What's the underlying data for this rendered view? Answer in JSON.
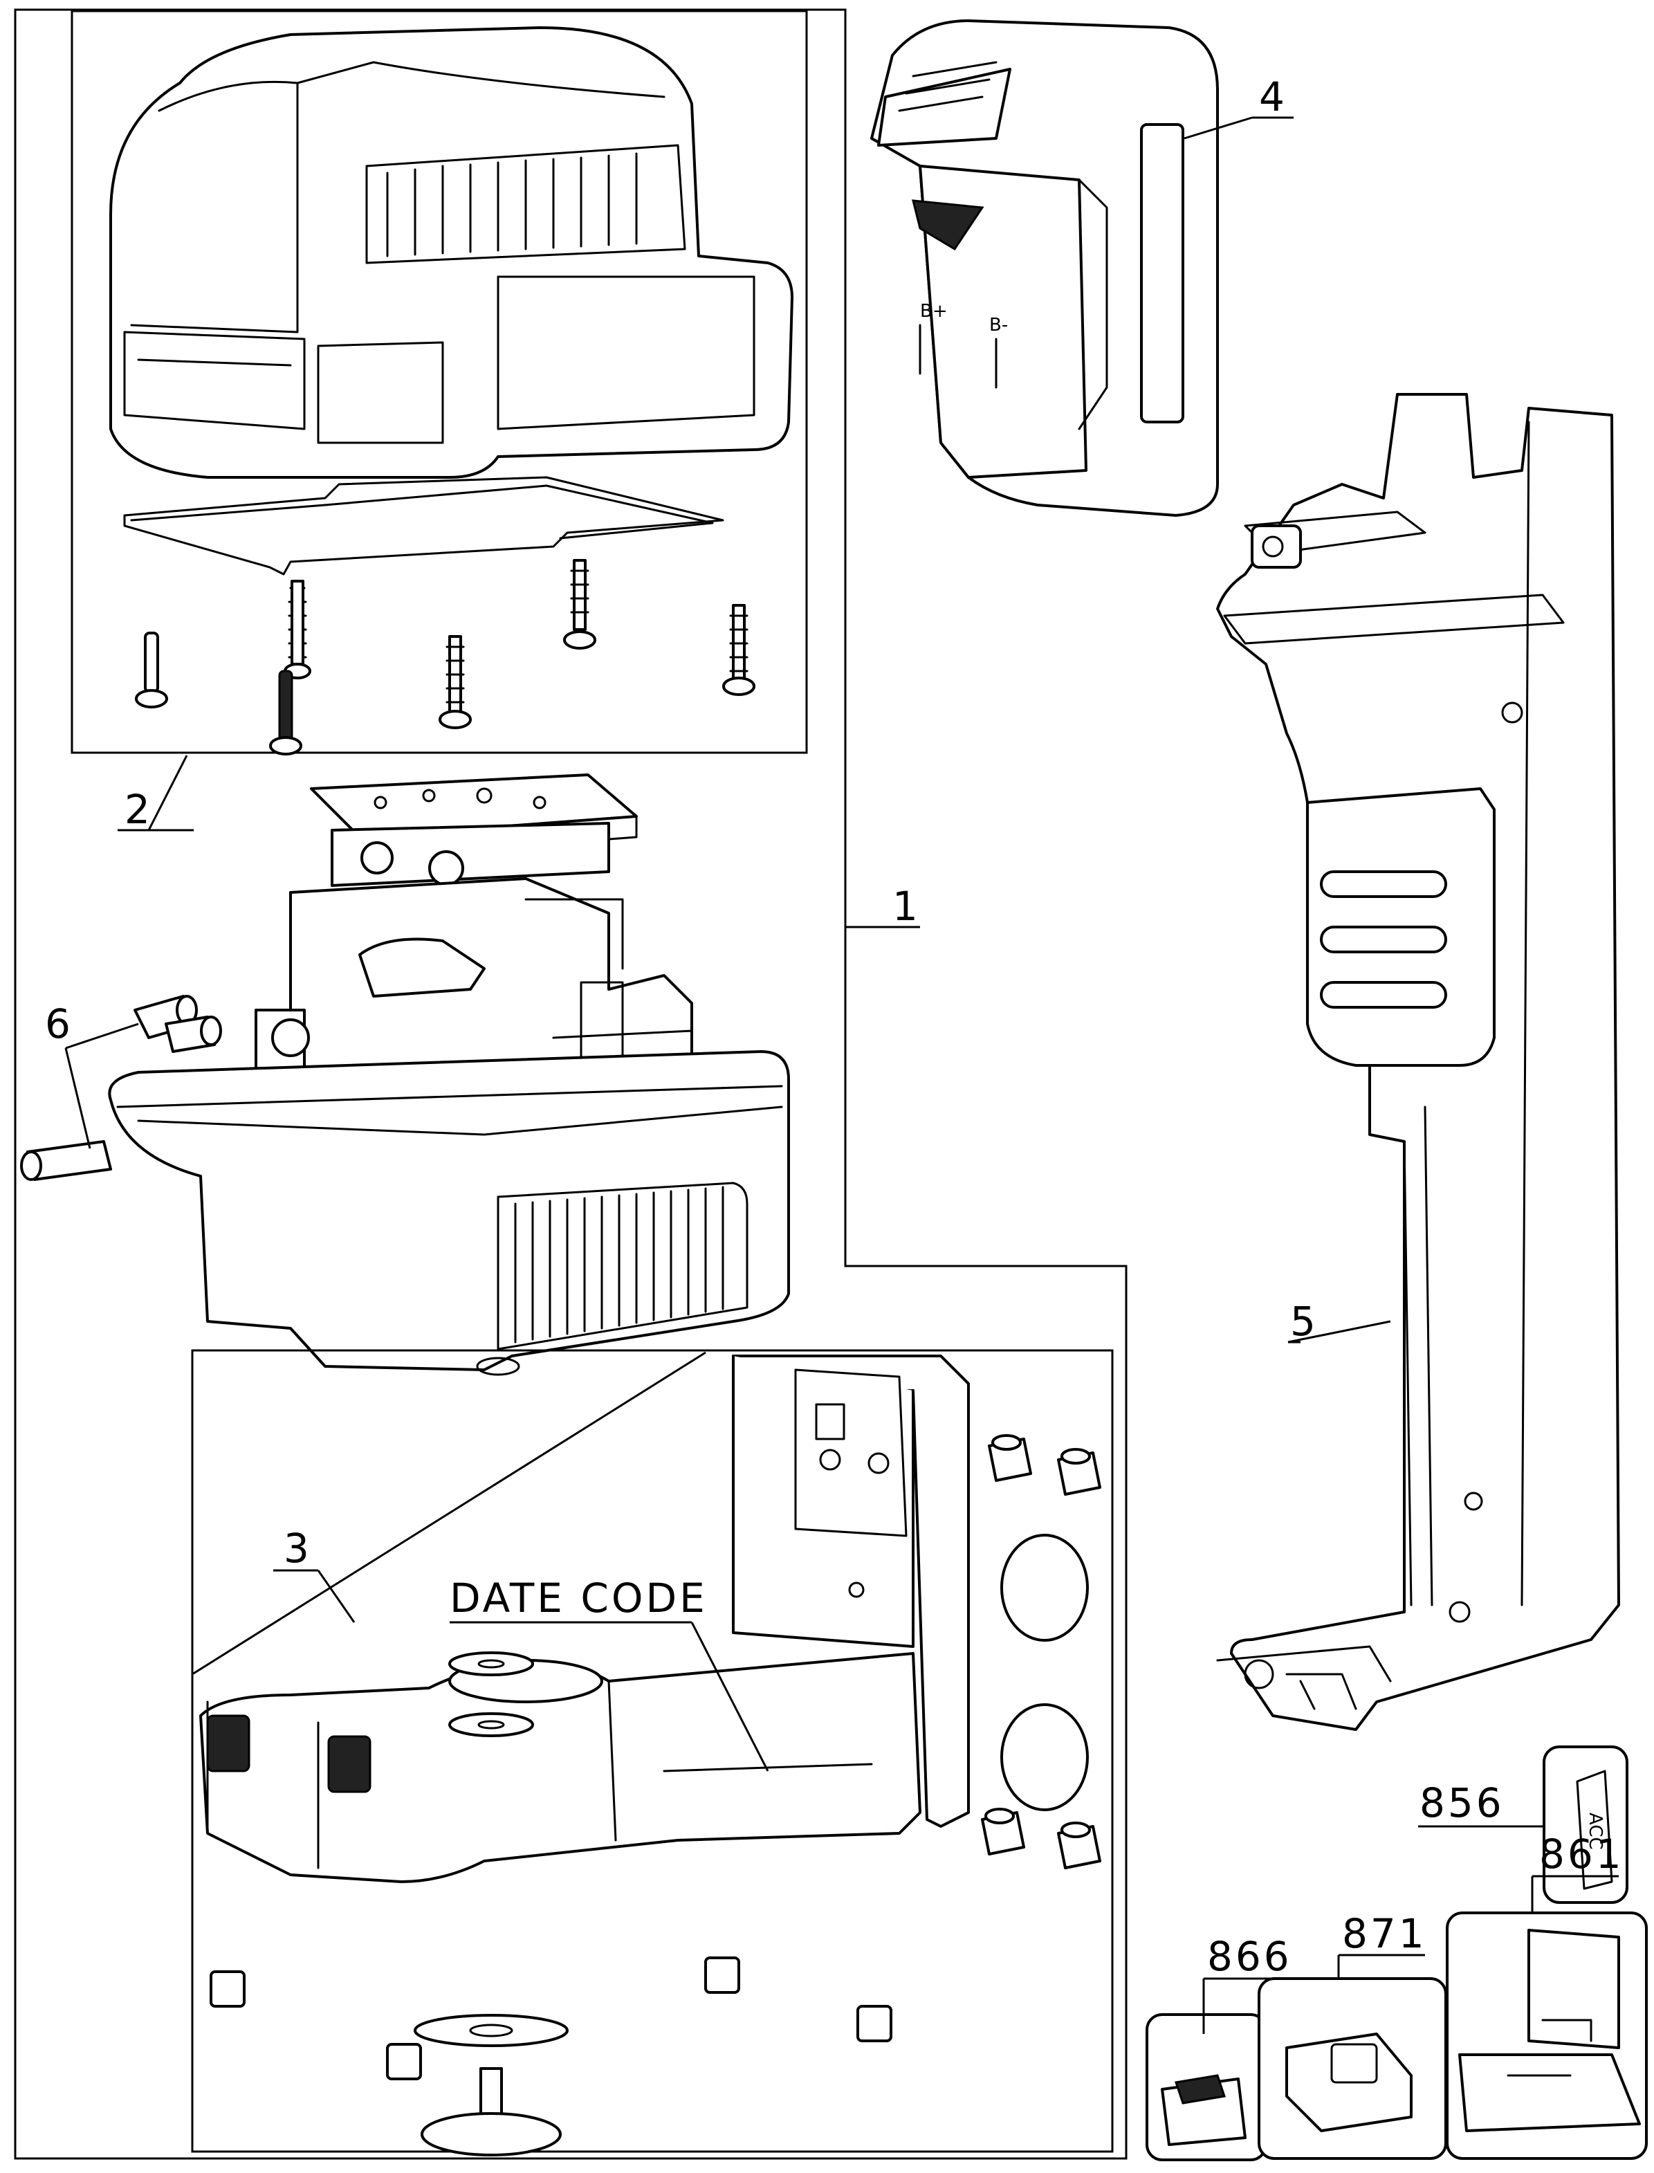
{
  "callouts": {
    "c1": "1",
    "c2": "2",
    "c3": "3",
    "c4": "4",
    "c5": "5",
    "c6": "6",
    "c856": "856",
    "c861": "861",
    "c866": "866",
    "c871": "871",
    "date_code": "DATE CODE",
    "acc_tag": "ACC",
    "terminal_pos_a": "B+",
    "terminal_pos_b": "B-"
  }
}
